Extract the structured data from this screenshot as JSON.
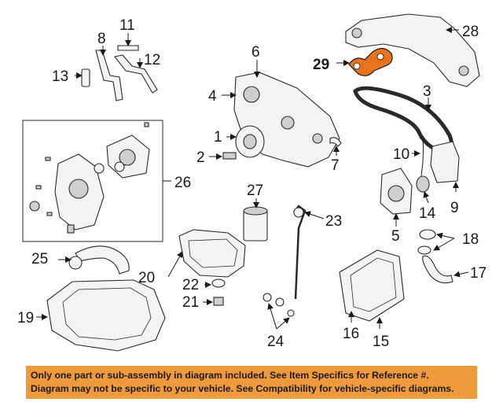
{
  "callouts": {
    "c1": "1",
    "c2": "2",
    "c3": "3",
    "c4": "4",
    "c5": "5",
    "c6": "6",
    "c7": "7",
    "c8": "8",
    "c9": "9",
    "c10": "10",
    "c11": "11",
    "c12": "12",
    "c13": "13",
    "c14": "14",
    "c15": "15",
    "c16": "16",
    "c17": "17",
    "c18": "18",
    "c19": "19",
    "c20": "20",
    "c21": "21",
    "c22": "22",
    "c23": "23",
    "c24": "24",
    "c25": "25",
    "c26": "26",
    "c27": "27",
    "c28": "28",
    "c29": "29"
  },
  "highlight_color": "#e8731c",
  "footer": {
    "line1": "Only one part or sub-assembly in diagram included. See Item Specifics for Reference #.",
    "line2": "Diagram may not be specific to your vehicle. See Compatibility for vehicle-specific diagrams.",
    "background": "#ef9a3c"
  }
}
